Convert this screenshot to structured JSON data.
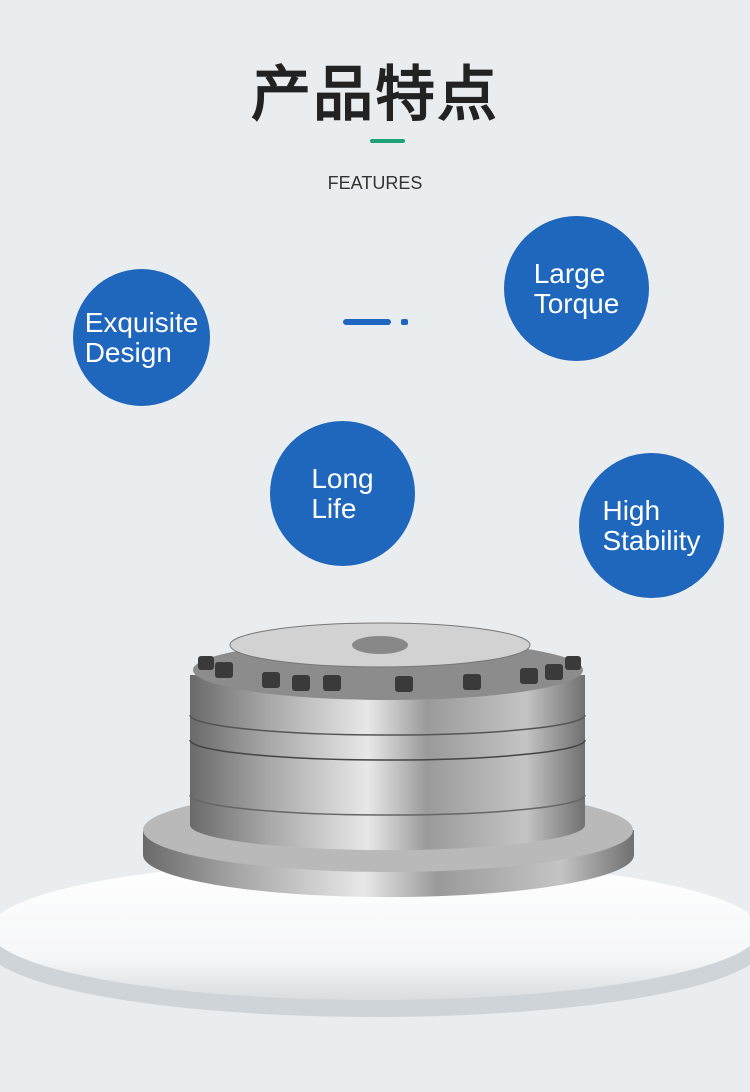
{
  "header": {
    "title": "产品特点",
    "subtitle": "FEATURES"
  },
  "features": [
    {
      "line1": "Exquisite",
      "line2": "Design"
    },
    {
      "line1": "Large",
      "line2": "Torque"
    },
    {
      "line1": "Long",
      "line2": "Life"
    },
    {
      "line1": "High",
      "line2": "Stability"
    }
  ],
  "colors": {
    "accent_blue": "#1f66bd",
    "accent_green": "#1fa27a",
    "background": "#e9edf0"
  }
}
